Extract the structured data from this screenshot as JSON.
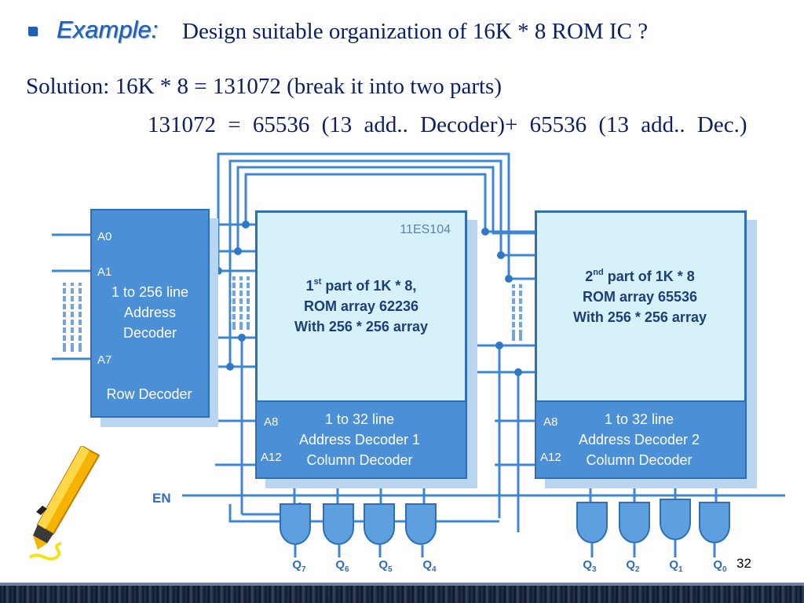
{
  "slide": {
    "bullet_label": "Example:",
    "question": "Design suitable organization of 16K * 8 ROM IC ?",
    "solution_line1": "Solution: 16K * 8 = 131072 (break it into two parts)",
    "solution_line2": "131072 = 65536 (13 add.. Decoder)+ 65536 (13 add.. Dec.)",
    "page_number": "32"
  },
  "diagram": {
    "row_decoder": {
      "input_a0": "A0",
      "input_a1": "A1",
      "input_a7": "A7",
      "title_line1": "1 to 256 line",
      "title_line2": "Address",
      "title_line3": "Decoder",
      "caption": "Row Decoder"
    },
    "rom1": {
      "watermark": "11ES104",
      "line1_pre": "1",
      "line1_sup": "st",
      "line1_post": " part of 1K * 8,",
      "line2": "ROM array 62236",
      "line3": "With 256 * 256 array"
    },
    "rom2": {
      "line1_pre": "2",
      "line1_sup": "nd",
      "line1_post": "  part of 1K * 8",
      "line2": "ROM array 65536",
      "line3": "With 256 * 256 array"
    },
    "col_decoder1": {
      "input_a8": "A8",
      "input_a12": "A12",
      "line1": "1 to 32 line",
      "line2": "Address Decoder 1",
      "line3": "Column Decoder"
    },
    "col_decoder2": {
      "input_a8": "A8",
      "input_a12": "A12",
      "line1": "1 to 32 line",
      "line2": "Address Decoder 2",
      "line3": "Column Decoder"
    },
    "enable_label": "EN",
    "outputs": [
      {
        "q": "Q",
        "sub": "7"
      },
      {
        "q": "Q",
        "sub": "6"
      },
      {
        "q": "Q",
        "sub": "5"
      },
      {
        "q": "Q",
        "sub": "4"
      },
      {
        "q": "Q",
        "sub": "3"
      },
      {
        "q": "Q",
        "sub": "2"
      },
      {
        "q": "Q",
        "sub": "1"
      },
      {
        "q": "Q",
        "sub": "0"
      }
    ]
  },
  "colors": {
    "title_blue": "#0b1f66",
    "accent_blue": "#1f5fb4",
    "block_blue": "#4b8fd6",
    "array_fill": "#d7f1fb",
    "wire_blue": "#3f86d2"
  },
  "icons": {
    "bullet": "square-bullet-icon",
    "highlighter": "highlighter-pen-icon"
  }
}
